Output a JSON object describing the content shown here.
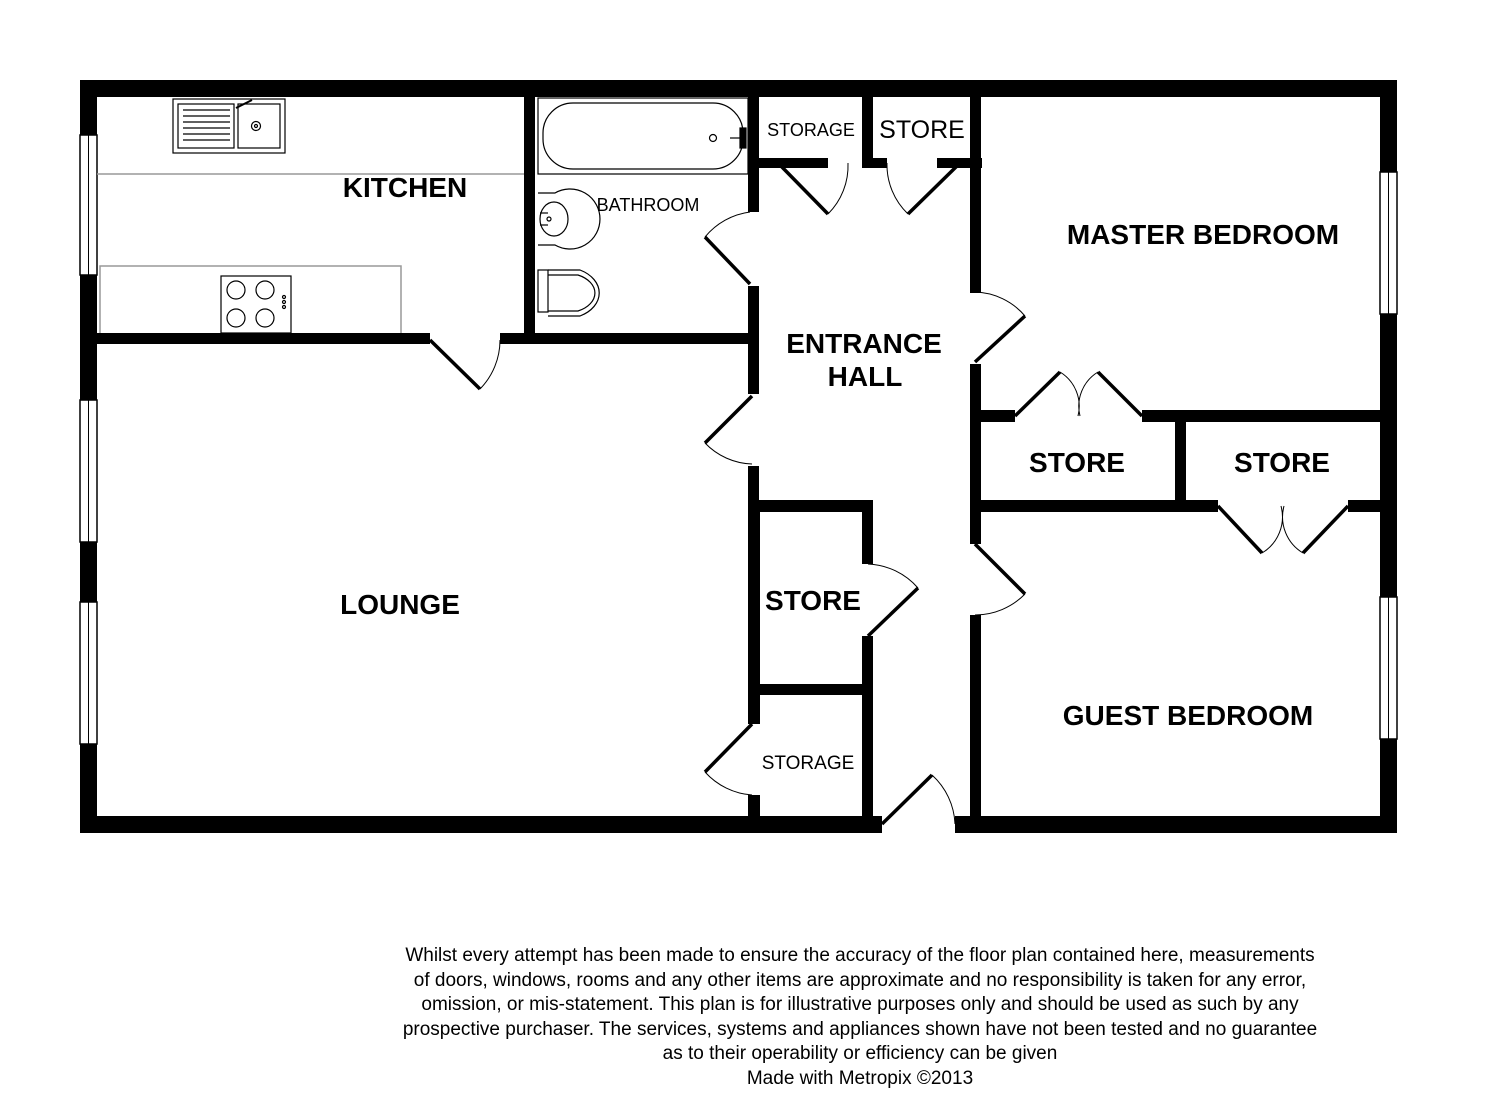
{
  "rooms": {
    "kitchen": "KITCHEN",
    "bathroom": "BATHROOM",
    "storage_top": "STORAGE",
    "store_top": "STORE",
    "master_bedroom": "MASTER BEDROOM",
    "entrance_hall_line1": "ENTRANCE",
    "entrance_hall_line2": "HALL",
    "store_left": "STORE",
    "store_right": "STORE",
    "lounge": "LOUNGE",
    "store_hall": "STORE",
    "storage_bottom": "STORAGE",
    "guest_bedroom": "GUEST BEDROOM"
  },
  "disclaimer": {
    "lines": [
      "Whilst every attempt has been made to ensure the accuracy of the floor plan contained here, measurements",
      "of doors, windows, rooms and any other items are approximate and no responsibility is taken for any error,",
      "omission, or mis-statement. This plan is for illustrative purposes only and should be used as such by any",
      "prospective purchaser. The services, systems and appliances shown have not been tested and no guarantee",
      "as to their operability or efficiency can be given"
    ],
    "credit": "Made with Metropix ©2013"
  },
  "colors": {
    "wall": "#000000",
    "background": "#ffffff",
    "fixture_line": "#000000",
    "counter_line": "#999999"
  }
}
